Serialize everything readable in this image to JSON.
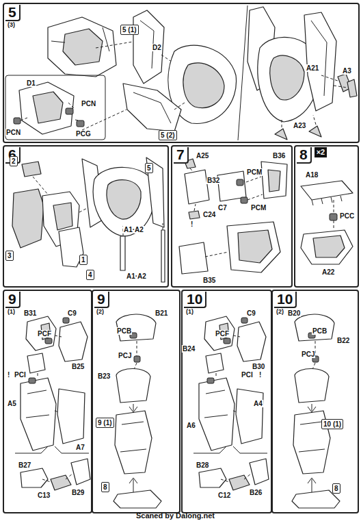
{
  "diagram": {
    "nodes": [
      {
        "text": [
          "5",
          "(3)"
        ]
      },
      {
        "text": [
          "6"
        ]
      },
      {
        "text": [
          "7"
        ]
      },
      {
        "text": [
          "8",
          "×2"
        ]
      },
      {
        "text": [
          "9",
          "(1)"
        ]
      },
      {
        "text": [
          "9",
          "(2)"
        ]
      },
      {
        "text": [
          "10",
          "(1)"
        ]
      },
      {
        "text": [
          "10",
          "(2)"
        ]
      }
    ],
    "labels": [
      "D1",
      "PCN",
      "PCN",
      "PCG",
      "5 (1)",
      "D2",
      "5 (2)",
      "A21",
      "A3",
      "A23",
      "2",
      "3",
      "1",
      "4",
      "5",
      "A1·A2",
      "A1·A2",
      "A25",
      "B32",
      "C24",
      "!",
      "PCM",
      "PCM",
      "C7",
      "B36",
      "B35",
      "A18",
      "PCC",
      "A22",
      "B31",
      "C9",
      "PCF",
      "B25",
      "!",
      "PCI",
      "A5",
      "A7",
      "B27",
      "C13",
      "B29",
      "B21",
      "PCB",
      "PCJ",
      "B23",
      "9 (1)",
      "8",
      "C9",
      "PCF",
      "B24",
      "B30",
      "PCI",
      "!",
      "A6",
      "A4",
      "B28",
      "C12",
      "B26",
      "B20",
      "PCB",
      "B22",
      "PCJ",
      "10 (1)",
      "8",
      "Scaned by Dalong.net"
    ]
  }
}
